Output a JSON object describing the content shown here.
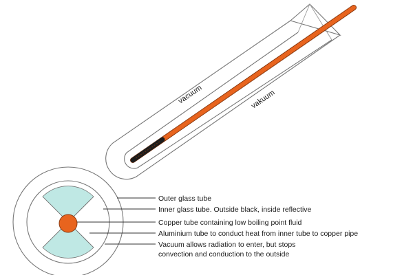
{
  "diagram": {
    "tube_labels": {
      "upper": "vacuum",
      "lower": "vakuum"
    },
    "legend": [
      {
        "text": "Outer glass tube"
      },
      {
        "text": "Inner glass tube. Outside black, inside reflective"
      },
      {
        "text": "Copper tube containing low boiling point fluid"
      },
      {
        "text": "Aluminium tube to conduct heat from inner tube to copper pipe"
      },
      {
        "text": "Vacuum allows radiation to enter, but stops",
        "continuation": "convection and conduction to the outside"
      }
    ],
    "colors": {
      "copper": "#e8641e",
      "copper_edge": "#8a3a10",
      "black_coating": "#1c1c1c",
      "aluminium_fill": "#bfe8e4",
      "outline": "#777777",
      "text": "#1a1a1a"
    }
  }
}
